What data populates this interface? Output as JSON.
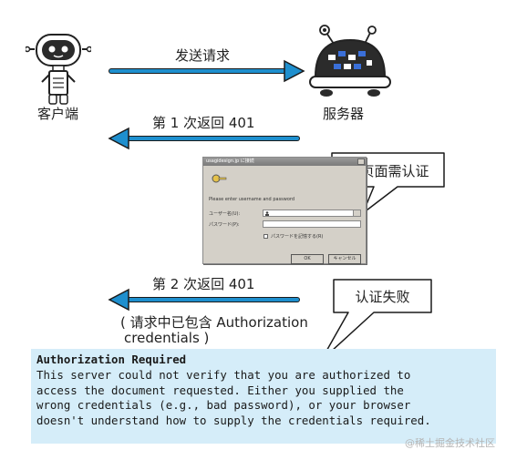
{
  "labels": {
    "client": "客户端",
    "server": "服务器",
    "send_request": "发送请求",
    "first_return": "第 1 次返回 401",
    "second_return": "第 2 次返回 401",
    "second_note_line1": "( 请求中已包含 Authorization",
    "second_note_line2": "credentials )"
  },
  "callouts": {
    "auth_needed": "本页面需认证",
    "auth_failed": "认证失败"
  },
  "dialog": {
    "title": "usagidesign.jp に接続",
    "message": "Please enter username and password",
    "user_label": "ユーザー名(U):",
    "user_value": "",
    "password_label": "パスワード(P):",
    "remember_label": "パスワードを記憶する(R)",
    "ok_label": "OK",
    "cancel_label": "キャンセル"
  },
  "error": {
    "heading": "Authorization Required",
    "lines": [
      "This server could not verify that you are authorized to",
      "access the document requested. Either you supplied the",
      "wrong credentials (e.g., bad password), or your browser",
      "doesn't understand how to supply the credentials required."
    ]
  },
  "watermark": "@稀土掘金技术社区",
  "colors": {
    "arrow": "#1e8fce",
    "error_bg": "#d5edf9",
    "robot_dark": "#2b2b2b",
    "server_accent": "#3a6fd8"
  },
  "icons": [
    "client-robot-icon",
    "server-robot-icon",
    "user-icon"
  ]
}
